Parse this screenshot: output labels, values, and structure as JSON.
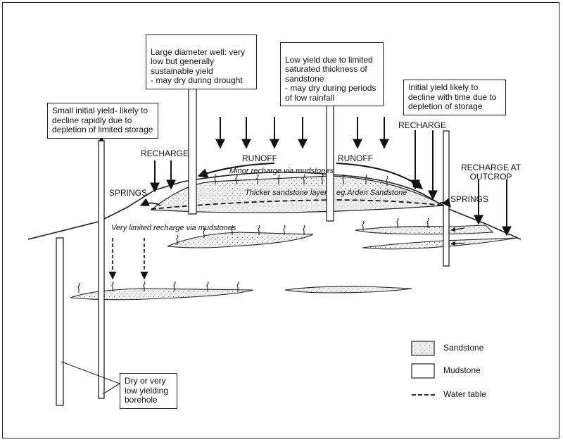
{
  "callouts": {
    "small_initial": "Small initial yield- likely to decline rapidly due to depletion of limited storage",
    "large_well": "Large diameter well: very low but generally sustainable yield\n- may dry during drought",
    "low_yield": "Low yield due to limited saturated thickness of sandstone\n- may dry during periods of low rainfall",
    "initial_yield": "Initial yield likely to decline with time due to depletion of storage",
    "dry_borehole": "Dry or very low yielding borehole"
  },
  "labels": {
    "recharge_left": "RECHARGE",
    "recharge_right": "RECHARGE",
    "recharge_outcrop": "RECHARGE AT\nOUTCROP",
    "runoff_left": "RUNOFF",
    "runoff_right": "RUNOFF",
    "springs_left": "SPRINGS",
    "springs_right": "SPRINGS",
    "minor_recharge": "Minor recharge via mudstones",
    "thicker_sandstone": "Thicker sandstone layer",
    "arden": "eg.Arden Sandstone",
    "very_limited": "Very limited recharge via mudstones"
  },
  "legend": {
    "sandstone": "Sandstone",
    "mudstone": "Mudstone",
    "water_table": "Water table"
  }
}
